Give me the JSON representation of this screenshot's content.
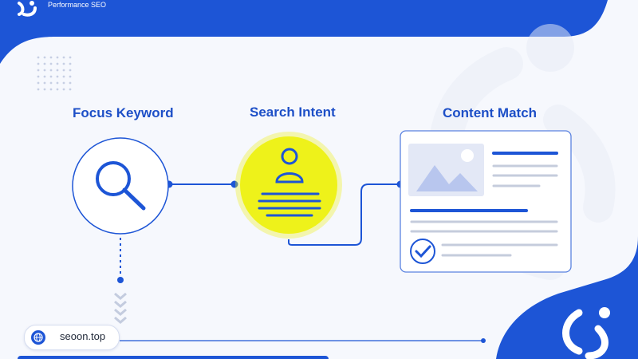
{
  "brand": {
    "tagline": "Performance SEO",
    "logo_icon": "brand-logo-icon"
  },
  "steps": [
    {
      "label": "Focus Keyword",
      "icon": "magnifier-icon"
    },
    {
      "label": "Search Intent",
      "icon": "user-profile-icon"
    },
    {
      "label": "Content Match",
      "icon": "content-card-icon"
    }
  ],
  "footer": {
    "site": "seoon.top",
    "icon": "globe-icon"
  },
  "colors": {
    "primary_blue": "#1d55d6",
    "highlight_yellow": "#eef21a",
    "background": "#f6f8fd"
  }
}
